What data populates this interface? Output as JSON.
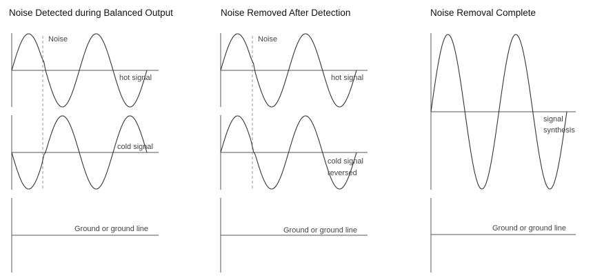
{
  "panels": [
    {
      "title": "Noise Detected during Balanced Output",
      "hot_label": "hot signal",
      "noise_label": "Noise",
      "cold_label": "cold signal",
      "ground_label": "Ground or ground line"
    },
    {
      "title": "Noise Removed After Detection",
      "hot_label": "hot signal",
      "noise_label": "Noise",
      "cold_label_line1": "cold signal",
      "cold_label_line2": "reversed",
      "ground_label": "Ground or ground line"
    },
    {
      "title": "Noise Removal Complete",
      "synth_label_line1": "signal",
      "synth_label_line2": "synthesis",
      "ground_label": "Ground or ground line"
    }
  ],
  "colors": {
    "line": "#333333",
    "axis": "#555555",
    "guide": "#999999"
  }
}
